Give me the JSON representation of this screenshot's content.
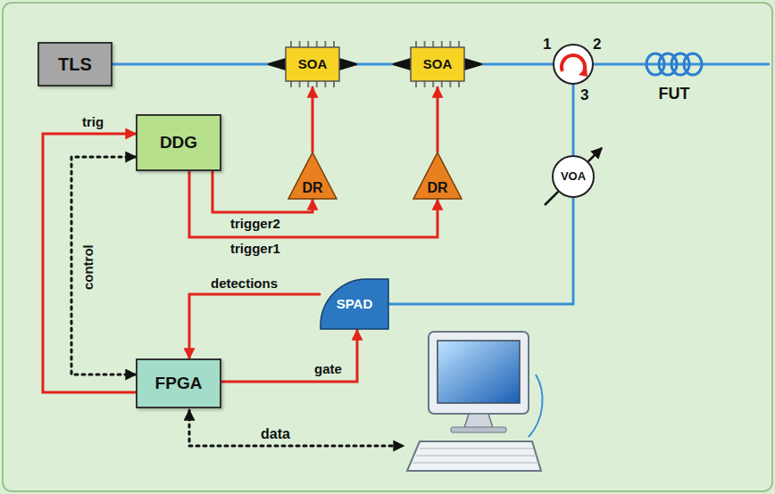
{
  "diagram": {
    "nodes": [
      {
        "text": [
          "TLS"
        ]
      },
      {
        "text": [
          "SOA"
        ]
      },
      {
        "text": [
          "SOA"
        ]
      },
      {
        "text": [
          "FUT"
        ]
      },
      {
        "text": [
          "DDG"
        ]
      },
      {
        "text": [
          "DR"
        ]
      },
      {
        "text": [
          "DR"
        ]
      },
      {
        "text": [
          "VOA"
        ]
      },
      {
        "text": [
          "SPAD"
        ]
      },
      {
        "text": [
          "FPGA"
        ]
      }
    ],
    "edges": [
      {
        "from": 0,
        "to": 1,
        "arrow": "none"
      },
      {
        "from": 1,
        "to": 2,
        "arrow": "none"
      },
      {
        "from": 5,
        "to": 1,
        "arrow": "to"
      },
      {
        "from": 6,
        "to": 2,
        "arrow": "to"
      },
      {
        "from": 9,
        "to": 4,
        "label": "trig",
        "arrow": "to"
      },
      {
        "from": 4,
        "to": 5,
        "label": "trigger2",
        "arrow": "to"
      },
      {
        "from": 4,
        "to": 6,
        "label": "trigger1",
        "arrow": "to"
      },
      {
        "from": 4,
        "to": 9,
        "label": "control",
        "arrow": "both"
      },
      {
        "from": 8,
        "to": 9,
        "label": "detections",
        "arrow": "to"
      },
      {
        "from": 9,
        "to": 8,
        "label": "gate",
        "arrow": "to"
      },
      {
        "from": 7,
        "to": 8,
        "arrow": "none"
      }
    ],
    "labels": [
      "1",
      "2",
      "3",
      "data"
    ]
  }
}
